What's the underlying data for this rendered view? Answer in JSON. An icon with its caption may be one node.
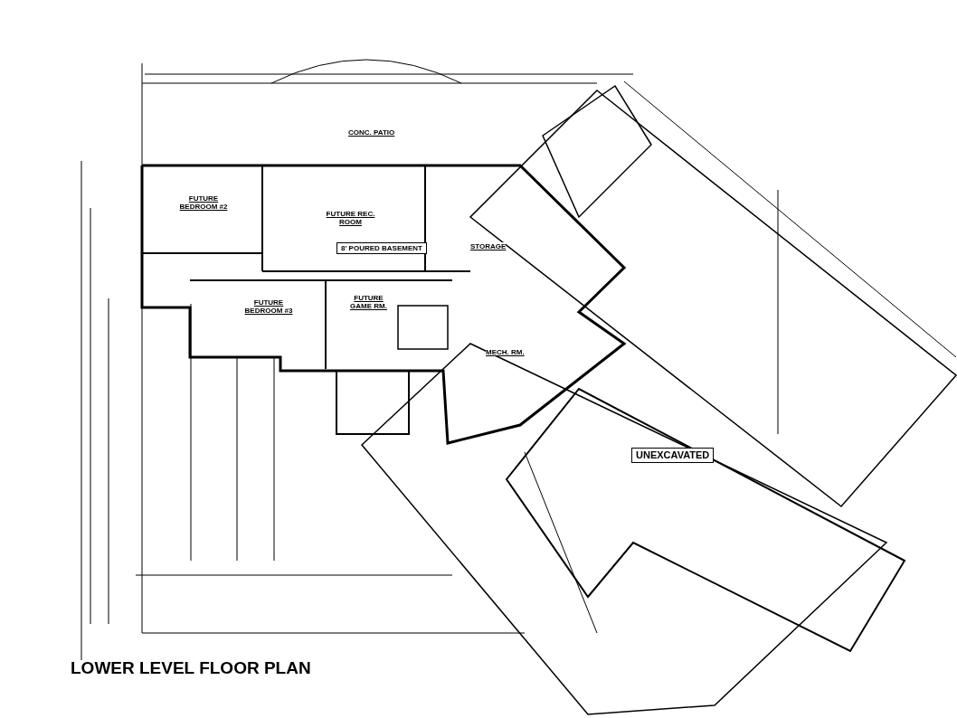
{
  "diagram": {
    "title": "LOWER LEVEL FLOOR PLAN",
    "labels": [
      "CONC. PATIO",
      "FUTURE BEDROOM #2",
      "FUTURE REC. ROOM",
      "8' POURED BASEMENT",
      "STORAGE",
      "FUTURE BEDROOM #3",
      "FUTURE GAME RM.",
      "MECH. RM.",
      "UNEXCAVATED"
    ]
  }
}
